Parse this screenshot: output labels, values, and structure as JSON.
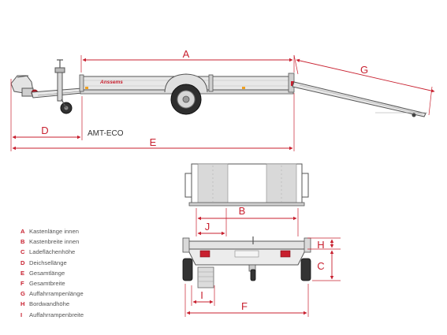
{
  "labels": {
    "A": "A",
    "B": "B",
    "C": "C",
    "D": "D",
    "E": "E",
    "F": "F",
    "G": "G",
    "H": "H",
    "I": "I",
    "J": "J"
  },
  "model": "AMT-ECO",
  "brand": "Anssems",
  "colors": {
    "dimension": "#c8202f",
    "outline": "#555555",
    "body": "#e6e6e6",
    "wood": "#d9d9d9"
  },
  "legend": [
    {
      "key": "A",
      "text": "Kastenlänge innen"
    },
    {
      "key": "B",
      "text": "Kastenbreite innen"
    },
    {
      "key": "C",
      "text": "Ladeflächenhöhe"
    },
    {
      "key": "D",
      "text": "Deichsellänge"
    },
    {
      "key": "E",
      "text": "Gesamtlänge"
    },
    {
      "key": "F",
      "text": "Gesamtbreite"
    },
    {
      "key": "G",
      "text": "Auffahrrampenlänge"
    },
    {
      "key": "H",
      "text": "Bordwandhöhe"
    },
    {
      "key": "I",
      "text": "Auffahrrampenbreite"
    }
  ]
}
